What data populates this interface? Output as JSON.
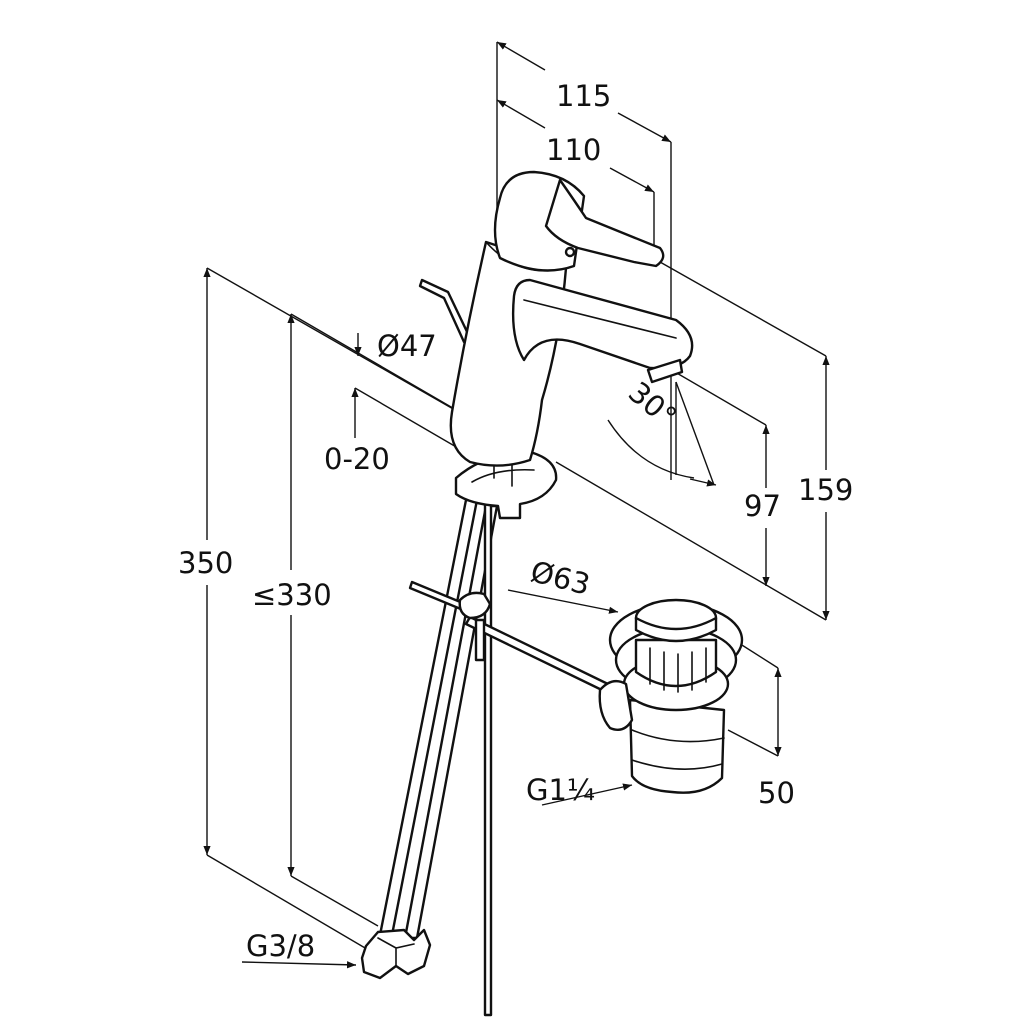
{
  "dimensions": {
    "width_overall": "115",
    "width_spout": "110",
    "body_diameter": "Ø47",
    "pop_up_travel": "0-20",
    "lever_angle": "30°",
    "spout_height": "97",
    "total_height": "159",
    "hose_length_overall": "350",
    "hose_length_max": "≤330",
    "waste_diameter": "Ø63",
    "waste_height": "50",
    "waste_thread": "G1¼",
    "hose_thread": "G3/8"
  }
}
